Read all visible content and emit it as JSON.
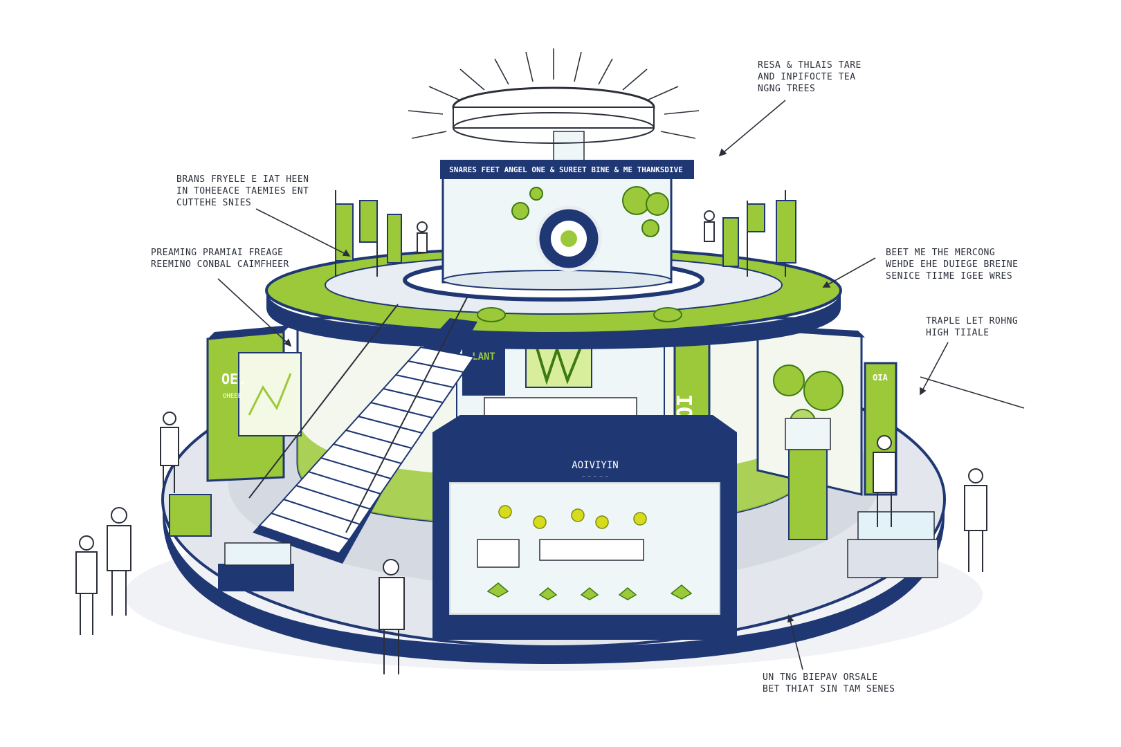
{
  "colors": {
    "navy": "#1f3773",
    "lime": "#9cc93a",
    "lime_light": "#d9ee9c",
    "floor": "#e8ebf0",
    "ink": "#2b2f3a",
    "glass": "#eef6f8"
  },
  "callouts": [
    {
      "id": "top-right",
      "lines": [
        "RESA & THLAIS TARE",
        "AND INPIFOCTE TEA",
        "NGNG TREES"
      ]
    },
    {
      "id": "left-1",
      "lines": [
        "BRANS FRYELE E IAT HEEN",
        "IN TOHEEACE TAEMIES ENT",
        "CUTTEHE SNIES"
      ]
    },
    {
      "id": "left-2",
      "lines": [
        "PREAMING PRAMIAI FREAGE",
        "REEMINO CONBAL CAIMFHEER"
      ]
    },
    {
      "id": "right-1",
      "lines": [
        "BEET ME THE MERCONG",
        "WEHDE EHE DUIEGE BREINE",
        "SENICE TIIME IGEE WRES"
      ]
    },
    {
      "id": "right-2",
      "lines": [
        "TRAPLE LET ROHNG",
        "HIGH TIIALE"
      ]
    },
    {
      "id": "bottom",
      "lines": [
        "UN TNG BIEPAV ORSALE",
        "BET THIAT SIN TAM SENES"
      ]
    }
  ],
  "signage": {
    "ring_banner": "SNARES FEET ANGEL ONE & SUREET BINE & ME THANKSDIVE",
    "front_pavilion": "AOIVIYIN",
    "front_pavilion_sub": "— — — — —",
    "left_panel": "OE.",
    "left_panel_sub": "OHEEE",
    "pillar": "ISOOI",
    "inner_poster": "LANT",
    "right_panel": "OIA"
  }
}
